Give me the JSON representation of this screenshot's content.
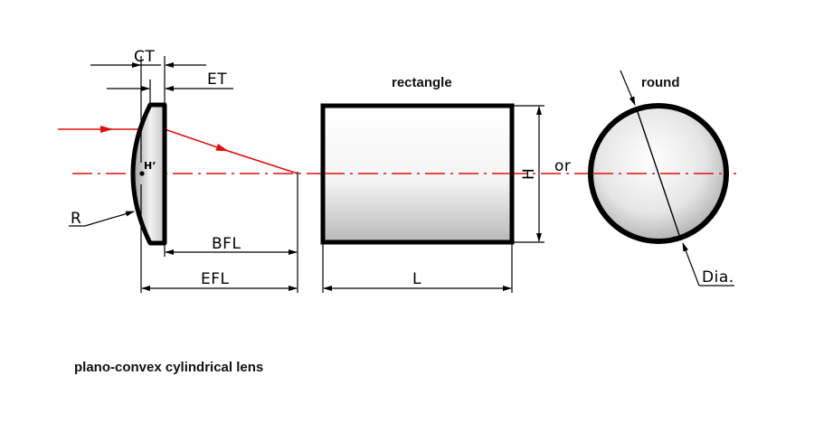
{
  "labels": {
    "ct": "CT",
    "et": "ET",
    "h_prime": "H’",
    "r": "R",
    "bfl": "BFL",
    "efl": "EFL",
    "rectangle": "rectangle",
    "l": "L",
    "h": "H",
    "or": "or",
    "round": "round",
    "dia": "Dia."
  },
  "caption": "plano-convex cylindrical lens",
  "colors": {
    "ray": "#e01010",
    "outline": "#000000",
    "fill_light": "#ffffff",
    "fill_dark": "#b8b8b8"
  }
}
